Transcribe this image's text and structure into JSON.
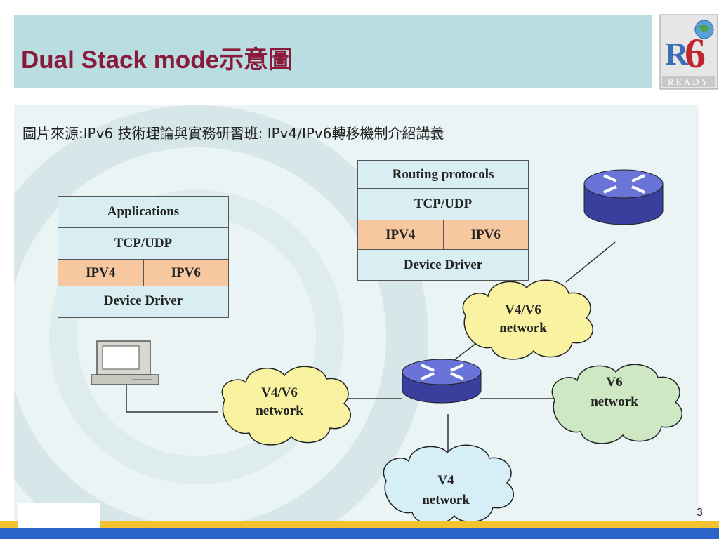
{
  "title": "Dual Stack mode示意圖",
  "logo": {
    "icon": "r6-ready-logo",
    "text": "READY"
  },
  "source_caption": "圖片來源:IPv6 技術理論與實務研習班:  IPv4/IPv6轉移機制介紹講義",
  "host_stack": {
    "applications": "Applications",
    "transport": "TCP/UDP",
    "ipv4": "IPV4",
    "ipv6": "IPV6",
    "driver": "Device Driver"
  },
  "router_stack": {
    "routing": "Routing protocols",
    "transport": "TCP/UDP",
    "ipv4": "IPV4",
    "ipv6": "IPV6",
    "driver": "Device Driver"
  },
  "clouds": {
    "left": {
      "line1": "V4/V6",
      "line2": "network"
    },
    "top": {
      "line1": "V4/V6",
      "line2": "network"
    },
    "right": {
      "line1": "V6",
      "line2": "network"
    },
    "bottom": {
      "line1": "V4",
      "line2": "network"
    }
  },
  "page_number": "3",
  "colors": {
    "title": "#8a1a3c",
    "header_bg": "#b9dde1",
    "ip_cell": "#f7c8a0",
    "stack_bg": "#d9eef2"
  }
}
